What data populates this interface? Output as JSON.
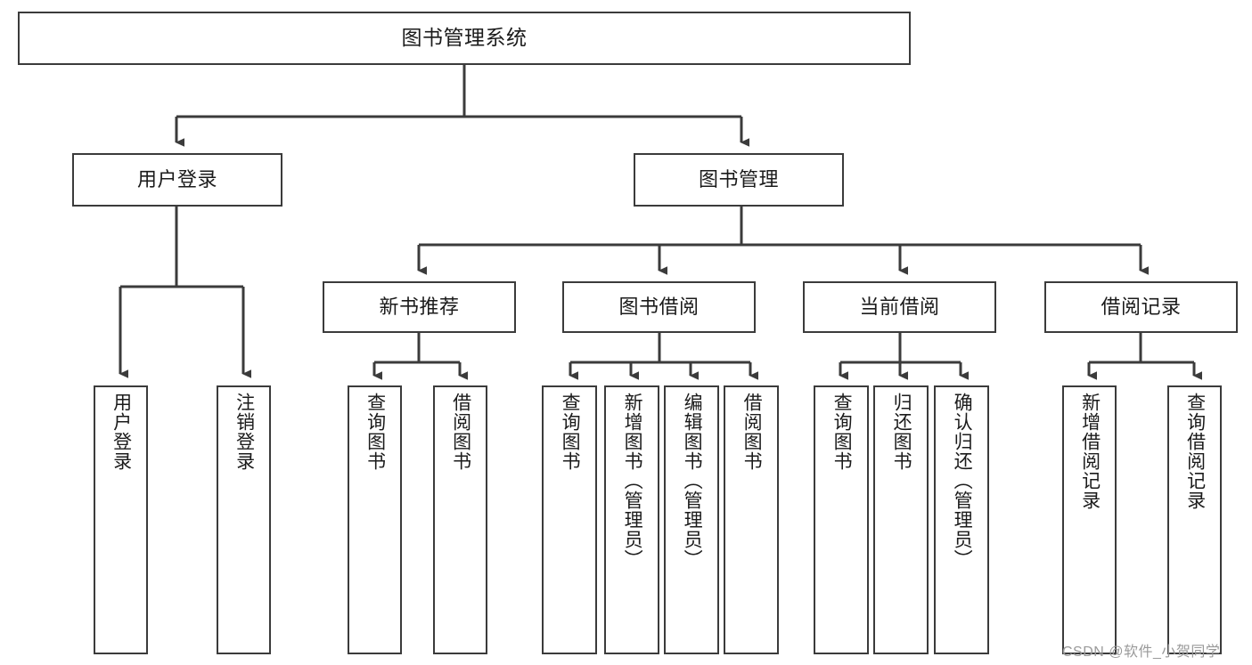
{
  "diagram": {
    "title": "图书管理系统",
    "type": "tree",
    "colors": {
      "box_border": "#3b3b3b",
      "box_fill": "#ffffff",
      "connector": "#3b3b3b",
      "text": "#1b1b1b",
      "watermark": "#9a9a9a",
      "background": "#ffffff"
    },
    "nodes": {
      "root": {
        "label": "图书管理系统"
      },
      "level2": [
        {
          "id": "user-login",
          "label": "用户登录"
        },
        {
          "id": "book-manage",
          "label": "图书管理"
        }
      ],
      "level3": [
        {
          "id": "new-book-recommend",
          "label": "新书推荐"
        },
        {
          "id": "book-borrow",
          "label": "图书借阅"
        },
        {
          "id": "current-borrow",
          "label": "当前借阅"
        },
        {
          "id": "borrow-record",
          "label": "借阅记录"
        }
      ],
      "leaves": {
        "user_login": [
          {
            "id": "leaf-user-login",
            "label": "用户登录"
          },
          {
            "id": "leaf-logout",
            "label": "注销登录"
          }
        ],
        "new_book_recommend": [
          {
            "id": "leaf-query-book-1",
            "label": "查询图书"
          },
          {
            "id": "leaf-borrow-book-1",
            "label": "借阅图书"
          }
        ],
        "book_borrow": [
          {
            "id": "leaf-query-book-2",
            "label": "查询图书"
          },
          {
            "id": "leaf-add-book",
            "label": "新增图书（管理员）"
          },
          {
            "id": "leaf-edit-book",
            "label": "编辑图书（管理员）"
          },
          {
            "id": "leaf-borrow-book-2",
            "label": "借阅图书"
          }
        ],
        "current_borrow": [
          {
            "id": "leaf-query-book-3",
            "label": "查询图书"
          },
          {
            "id": "leaf-return-book",
            "label": "归还图书"
          },
          {
            "id": "leaf-confirm-return",
            "label": "确认归还（管理员）"
          }
        ],
        "borrow_record": [
          {
            "id": "leaf-add-record",
            "label": "新增借阅记录"
          },
          {
            "id": "leaf-query-record",
            "label": "查询借阅记录"
          }
        ]
      }
    }
  },
  "watermark": {
    "text": "CSDN @软件_小贺同学"
  }
}
